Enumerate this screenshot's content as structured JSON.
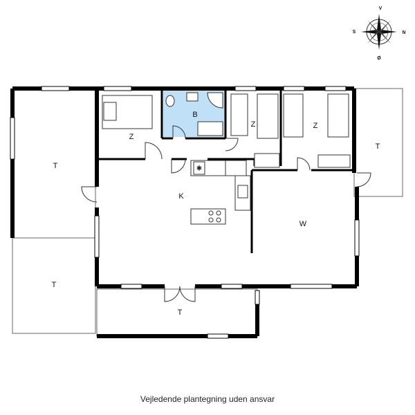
{
  "compass": {
    "north": "N",
    "south": "S",
    "east": "Ø",
    "west": "V"
  },
  "rooms": {
    "terrace_left_upper": "T",
    "terrace_left_lower": "T",
    "terrace_front": "T",
    "terrace_right": "T",
    "bedroom_1": "Z",
    "bedroom_2": "Z",
    "bedroom_3": "Z",
    "bathroom": "B",
    "kitchen": "K",
    "living_room": "W"
  },
  "caption": "Vejledende plantegning uden ansvar",
  "colors": {
    "wall": "#000000",
    "bathroom_fill": "#bfe0f7",
    "line": "#555555"
  }
}
